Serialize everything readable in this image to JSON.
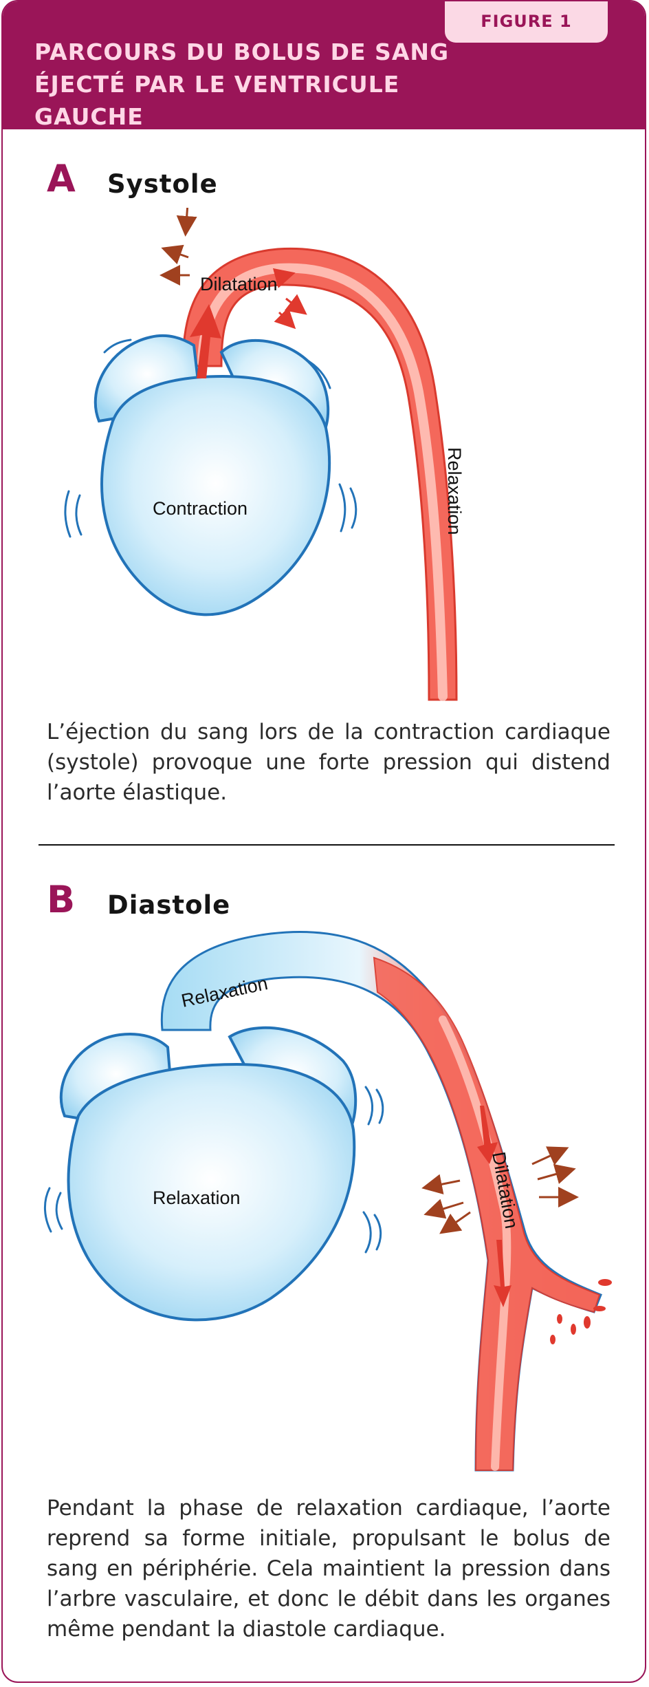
{
  "header": {
    "figure_label": "FIGURE 1",
    "title_line1": "PARCOURS DU BOLUS DE SANG",
    "title_line2": "ÉJECTÉ PAR LE VENTRICULE GAUCHE"
  },
  "colors": {
    "accent": "#9a1558",
    "tab_bg": "#fbd9e5",
    "heart_blue": "#9fd6f2",
    "heart_outline": "#2273b8",
    "aorta_red": "#ef4b3f",
    "arrow_brown": "#a0411f"
  },
  "section_a": {
    "letter": "A",
    "title": "Systole",
    "labels": {
      "dilatation": "Dilatation",
      "heart": "Contraction",
      "aorta": "Relaxation"
    },
    "description": "L’éjection du sang lors de la contraction cardiaque (systole) provoque une forte pression qui distend l’aorte élastique."
  },
  "section_b": {
    "letter": "B",
    "title": "Diastole",
    "labels": {
      "arch": "Relaxation",
      "heart": "Relaxation",
      "aorta": "Dilatation"
    },
    "description": "Pendant la phase de relaxation cardiaque, l’aorte reprend sa forme initiale, propulsant le bolus de sang en périphérie. Cela maintient la pression dans l’arbre vasculaire, et donc le débit dans les organes même pendant la diastole cardiaque."
  }
}
